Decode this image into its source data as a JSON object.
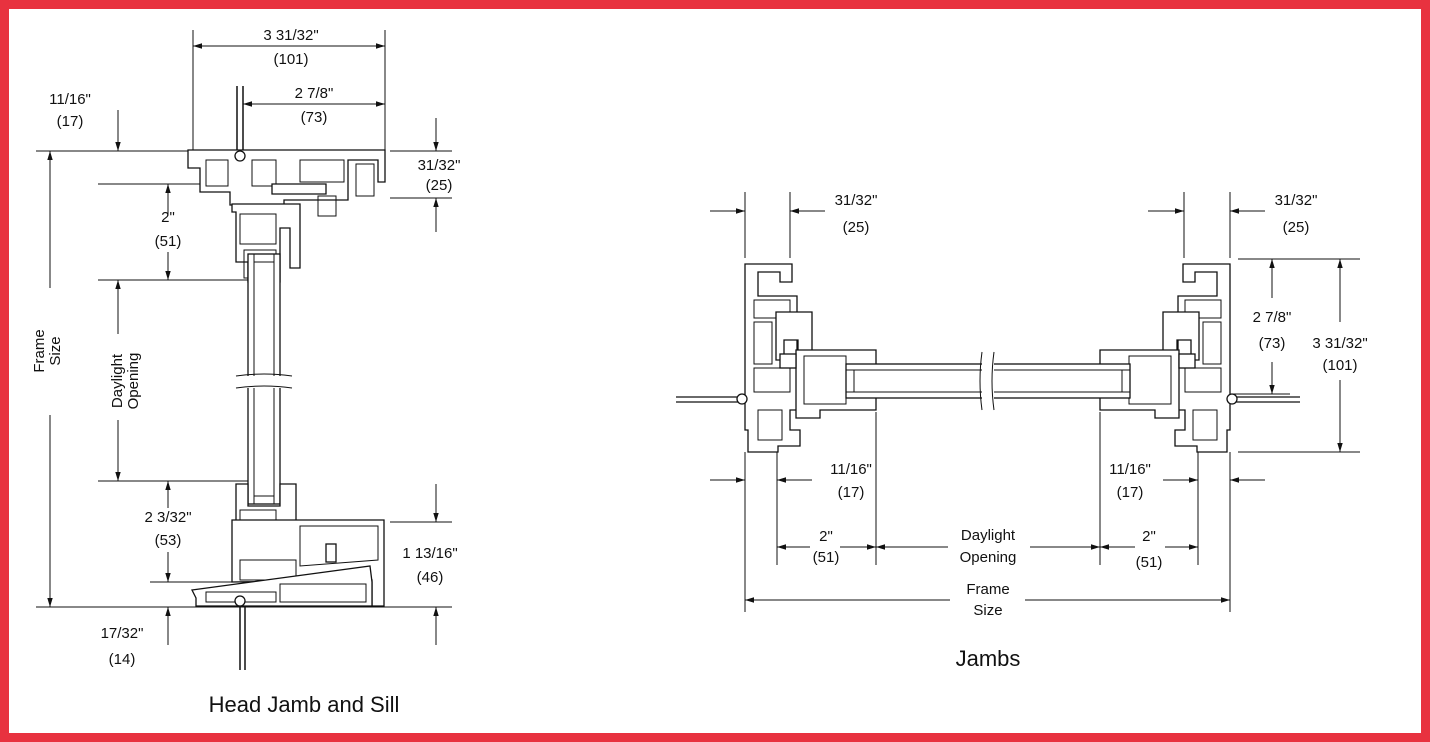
{
  "colors": {
    "border": "#e8323f",
    "line": "#111111"
  },
  "head_sill": {
    "caption": "Head Jamb and Sill",
    "overall_width": {
      "frac": "3 31/32\"",
      "mm": "(101)"
    },
    "sash_width": {
      "frac": "2 7/8\"",
      "mm": "(73)"
    },
    "top_offset": {
      "frac": "11/16\"",
      "mm": "(17)"
    },
    "head_height": {
      "frac": "31/32\"",
      "mm": "(25)"
    },
    "head_to_glass": {
      "frac": "2\"",
      "mm": "(51)"
    },
    "daylight": {
      "l1": "Daylight",
      "l2": "Opening"
    },
    "frame_size": {
      "l1": "Frame",
      "l2": "Size"
    },
    "sill_to_glass": {
      "frac": "2 3/32\"",
      "mm": "(53)"
    },
    "sill_height": {
      "frac": "1 13/16\"",
      "mm": "(46)"
    },
    "bottom_offset": {
      "frac": "17/32\"",
      "mm": "(14)"
    }
  },
  "jambs": {
    "caption": "Jambs",
    "left_frame": {
      "frac": "31/32\"",
      "mm": "(25)"
    },
    "right_frame": {
      "frac": "31/32\"",
      "mm": "(25)"
    },
    "sash_depth": {
      "frac": "2 7/8\"",
      "mm": "(73)"
    },
    "overall_depth": {
      "frac": "3 31/32\"",
      "mm": "(101)"
    },
    "left_offset": {
      "frac": "11/16\"",
      "mm": "(17)"
    },
    "right_offset": {
      "frac": "11/16\"",
      "mm": "(17)"
    },
    "left_sash": {
      "frac": "2\"",
      "mm": "(51)"
    },
    "right_sash": {
      "frac": "2\"",
      "mm": "(51)"
    },
    "daylight": {
      "l1": "Daylight",
      "l2": "Opening"
    },
    "frame_size": {
      "l1": "Frame",
      "l2": "Size"
    }
  }
}
